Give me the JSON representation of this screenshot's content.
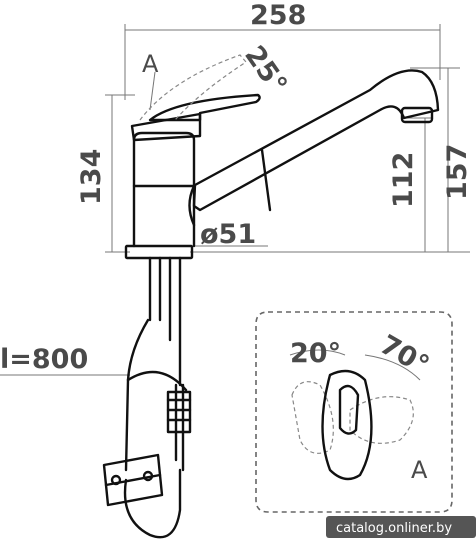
{
  "dimensions": {
    "total_width": "258",
    "total_height": "157",
    "lever_height": "134",
    "spout_height": "112",
    "base_diameter": "ø51",
    "hose_length": "l=800",
    "lever_tilt_angle": "25°",
    "lever_rotation_left": "20°",
    "lever_rotation_right": "70°"
  },
  "labels": {
    "view_marker_top": "A",
    "view_marker_detail": "A"
  },
  "watermark": "catalog.onliner.by",
  "colors": {
    "line": "#111111",
    "dimension_text": "#4a4a4a",
    "watermark_bg": "#555555"
  }
}
